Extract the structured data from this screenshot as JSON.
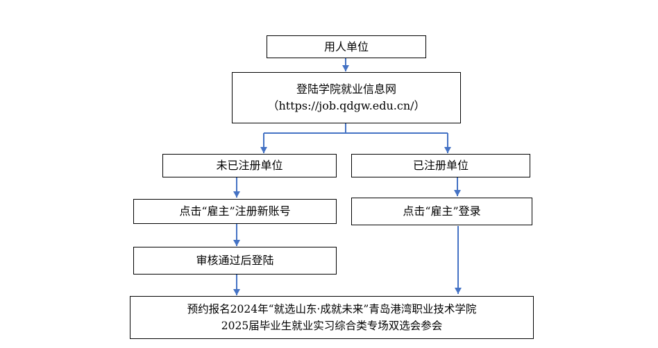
{
  "flowchart": {
    "employer": "用人单位",
    "login_site": {
      "line1": "登陆学院就业信息网",
      "line2": "（https://job.qdgw.edu.cn/）"
    },
    "unregistered": "未已注册单位",
    "registered": "已注册单位",
    "click_register": "点击“雇主”注册新账号",
    "click_login": "点击“雇主”登录",
    "review_login": "审核通过后登陆",
    "final": {
      "line1": "预约报名2024年“就选山东·成就未来”青岛港湾职业技术学院",
      "line2": "2025届毕业生就业实习综合类专场双选会参会"
    }
  },
  "colors": {
    "arrow": "#4472C4",
    "border": "#000000"
  }
}
